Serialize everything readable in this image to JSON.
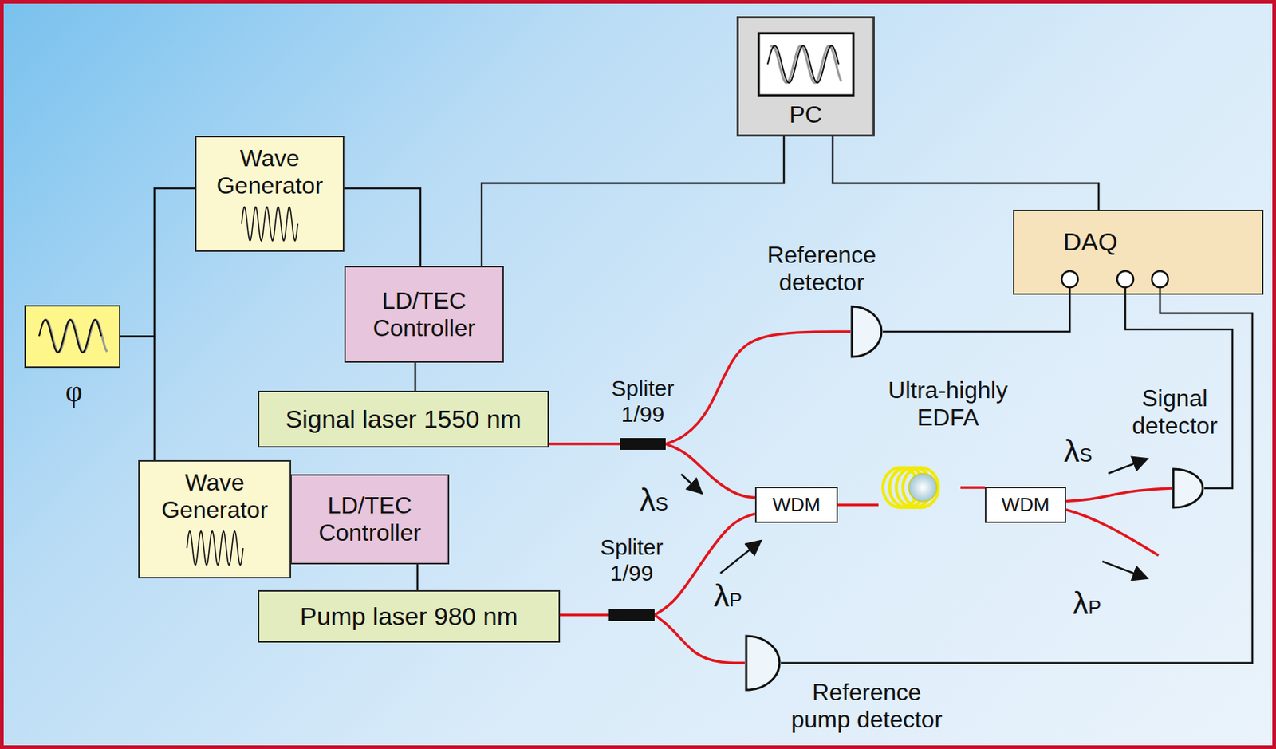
{
  "diagram": {
    "nodes": [
      {
        "text": [
          "PC"
        ]
      },
      {
        "text": [
          "Wave Generator"
        ]
      },
      {
        "text": [
          "φ"
        ]
      },
      {
        "text": [
          "LD/TEC Controller"
        ]
      },
      {
        "text": [
          "DAQ"
        ]
      },
      {
        "text": [
          "Reference detector"
        ]
      },
      {
        "text": [
          "Signal laser 1550 nm"
        ]
      },
      {
        "text": [
          "Spliter 1/99"
        ]
      },
      {
        "text": [
          "WDM"
        ]
      },
      {
        "text": [
          "Ultra-highly EDFA"
        ]
      },
      {
        "text": [
          "WDM"
        ]
      },
      {
        "text": [
          "Signal detector"
        ]
      },
      {
        "text": [
          "Wave Generator"
        ]
      },
      {
        "text": [
          "LD/TEC Controller"
        ]
      },
      {
        "text": [
          "Pump laser 980 nm"
        ]
      },
      {
        "text": [
          "Spliter 1/99"
        ]
      },
      {
        "text": [
          "Reference pump detector"
        ]
      }
    ],
    "edges": [
      {
        "from": 2,
        "to": 1,
        "arrow": "none"
      },
      {
        "from": 2,
        "to": 12,
        "arrow": "none"
      },
      {
        "from": 1,
        "to": 3,
        "arrow": "none"
      },
      {
        "from": 0,
        "to": 3,
        "arrow": "none"
      },
      {
        "from": 0,
        "to": 4,
        "arrow": "none"
      },
      {
        "from": 3,
        "to": 6,
        "arrow": "none"
      },
      {
        "from": 12,
        "to": 13,
        "arrow": "none"
      },
      {
        "from": 13,
        "to": 14,
        "arrow": "none"
      },
      {
        "from": 6,
        "to": 7,
        "arrow": "none"
      },
      {
        "from": 7,
        "to": 5,
        "arrow": "none"
      },
      {
        "from": 7,
        "to": 8,
        "arrow": "none"
      },
      {
        "from": 14,
        "to": 15,
        "arrow": "none"
      },
      {
        "from": 15,
        "to": 8,
        "arrow": "none"
      },
      {
        "from": 15,
        "to": 16,
        "arrow": "none"
      },
      {
        "from": 8,
        "to": 9,
        "arrow": "none"
      },
      {
        "from": 9,
        "to": 10,
        "arrow": "none"
      },
      {
        "from": 10,
        "to": 11,
        "arrow": "none"
      },
      {
        "from": 5,
        "to": 4,
        "arrow": "none"
      },
      {
        "from": 11,
        "to": 4,
        "arrow": "none"
      },
      {
        "from": 16,
        "to": 4,
        "arrow": "none"
      }
    ],
    "labels": [
      "λS",
      "λP",
      "λS",
      "λP"
    ]
  }
}
